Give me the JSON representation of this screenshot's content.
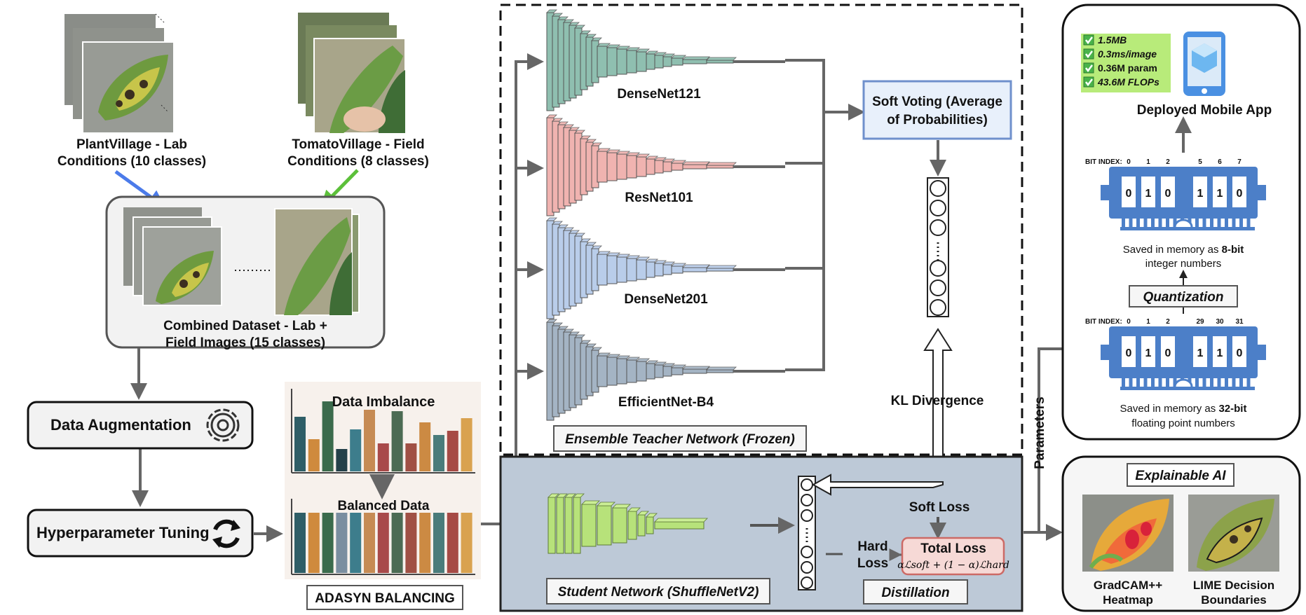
{
  "datasets": {
    "plantvillage": [
      "PlantVillage - Lab",
      "Conditions (10 classes)"
    ],
    "tomatovillage": [
      "TomatoVillage - Field",
      "Conditions (8 classes)"
    ],
    "combined": [
      "Combined Dataset  - Lab +",
      "Field Images (15 classes)"
    ]
  },
  "preprocessing": {
    "augmentation": "Data Augmentation",
    "tuning": "Hyperparameter Tuning"
  },
  "balancing": {
    "imbalance_title": "Data Imbalance",
    "balanced_title": "Balanced Data",
    "caption": "ADASYN BALANCING",
    "imbalance_colors": [
      "#2e5e67",
      "#cf8a3d",
      "#3b6b4c",
      "#24414a",
      "#3d7d8c",
      "#c68b54",
      "#a84a4a",
      "#4c6b53",
      "#a05044",
      "#cc8a43",
      "#4a7c7b",
      "#a64a45",
      "#d9a24f"
    ],
    "balanced_colors": [
      "#2e5e67",
      "#cf8a3d",
      "#3b6b4c",
      "#7a8ea0",
      "#3d7d8c",
      "#c68b54",
      "#a84a4a",
      "#4c6b53",
      "#a05044",
      "#cc8a43",
      "#4a7c7b",
      "#a64a45",
      "#d9a24f"
    ]
  },
  "teachers": {
    "models": [
      "DenseNet121",
      "ResNet101",
      "DenseNet201",
      "EfficientNet-B4"
    ],
    "colors": [
      "#8fbfb0",
      "#f0b3b0",
      "#b9cdea",
      "#a4b4c4"
    ],
    "caption": "Ensemble Teacher Network (Frozen)",
    "soft_voting": [
      "Soft Voting (Average",
      "of Probabilities)"
    ]
  },
  "distillation": {
    "kl": "KL Divergence",
    "soft_loss": "Soft Loss",
    "hard_loss": [
      "Hard",
      "Loss"
    ],
    "total_loss": "Total Loss",
    "formula": "αℒsoft + (1 − α)ℒhard",
    "student": "Student Network (ShuffleNetV2)",
    "caption": "Distillation"
  },
  "deployment": {
    "metrics": [
      "1.5MB",
      "0.3ms/image",
      "0.36M param",
      "43.6M FLOPs"
    ],
    "app": "Deployed Mobile App",
    "bit_index": "BIT INDEX:",
    "bits_8": {
      "indices": [
        "0",
        "1",
        "2",
        "5",
        "6",
        "7"
      ],
      "values": [
        "0",
        "1",
        "0",
        "1",
        "1",
        "0"
      ]
    },
    "bits_32": {
      "indices": [
        "0",
        "1",
        "2",
        "29",
        "30",
        "31"
      ],
      "values": [
        "0",
        "1",
        "0",
        "1",
        "1",
        "0"
      ]
    },
    "saved_8": [
      "Saved in memory as ",
      "8-bit",
      "integer numbers"
    ],
    "quantization": "Quantization",
    "saved_32": [
      "Saved in memory as ",
      "32-bit",
      "floating point numbers"
    ],
    "parameters": "Parameters"
  },
  "xai": {
    "title": "Explainable AI",
    "gradcam": [
      "GradCAM++",
      "Heatmap"
    ],
    "lime": [
      "LIME Decision",
      "Boundaries"
    ]
  }
}
